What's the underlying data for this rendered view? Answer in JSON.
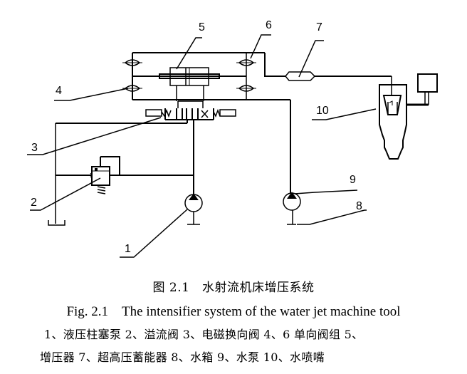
{
  "figure": {
    "component_labels": [
      "1",
      "2",
      "3",
      "4",
      "5",
      "6",
      "7",
      "8",
      "9",
      "10"
    ],
    "caption_cn": "图 2.1　水射流机床增压系统",
    "caption_en": "Fig. 2.1　The intensifier system of the water jet machine tool",
    "legend_line_1": "1、液压柱塞泵 2、溢流阀 3、电磁换向阀 4、6 单向阀组 5、",
    "legend_line_2": "增压器 7、超高压蓄能器 8、水箱 9、水泵 10、水喷嘴"
  },
  "components": [
    {
      "id": "1",
      "name": "液压柱塞泵"
    },
    {
      "id": "2",
      "name": "溢流阀"
    },
    {
      "id": "3",
      "name": "电磁换向阀"
    },
    {
      "id": "4、6",
      "name": "单向阀组"
    },
    {
      "id": "5",
      "name": "增压器"
    },
    {
      "id": "7",
      "name": "超高压蓄能器"
    },
    {
      "id": "8",
      "name": "水箱"
    },
    {
      "id": "9",
      "name": "水泵"
    },
    {
      "id": "10",
      "name": "水喷嘴"
    }
  ]
}
